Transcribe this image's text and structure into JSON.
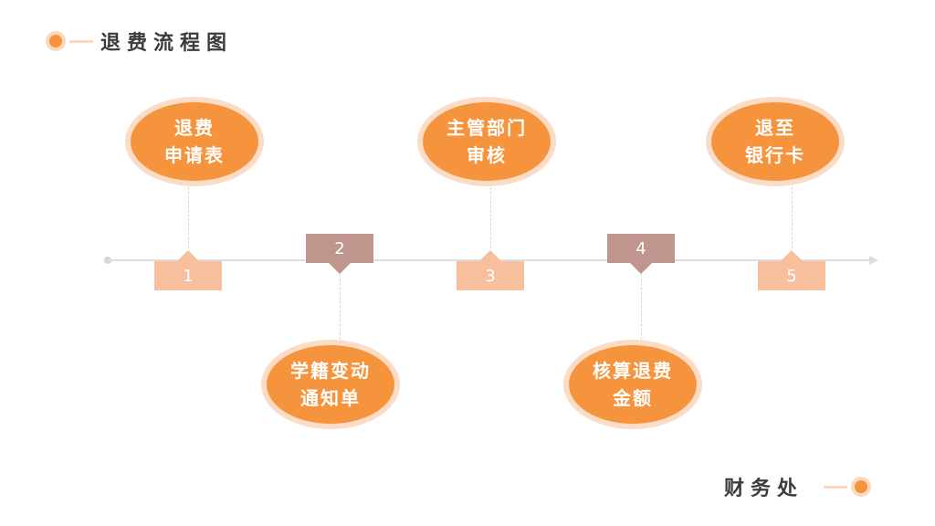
{
  "header": {
    "title": "退费流程图",
    "icon": "orange-dot-icon"
  },
  "footer": {
    "org": "财务处",
    "icon": "orange-dot-icon"
  },
  "colors": {
    "accent": "#f5943c",
    "accent_light": "#fbdcc6",
    "box_light": "#f8bf9c",
    "box_dark": "#bf958d",
    "axis": "#dddddd"
  },
  "steps": [
    {
      "number": "1",
      "lines": [
        "退费",
        "申请表"
      ]
    },
    {
      "number": "2",
      "lines": [
        "学籍变动",
        "通知单"
      ]
    },
    {
      "number": "3",
      "lines": [
        "主管部门",
        "审核"
      ]
    },
    {
      "number": "4",
      "lines": [
        "核算退费",
        "金额"
      ]
    },
    {
      "number": "5",
      "lines": [
        "退至",
        "银行卡"
      ]
    }
  ]
}
